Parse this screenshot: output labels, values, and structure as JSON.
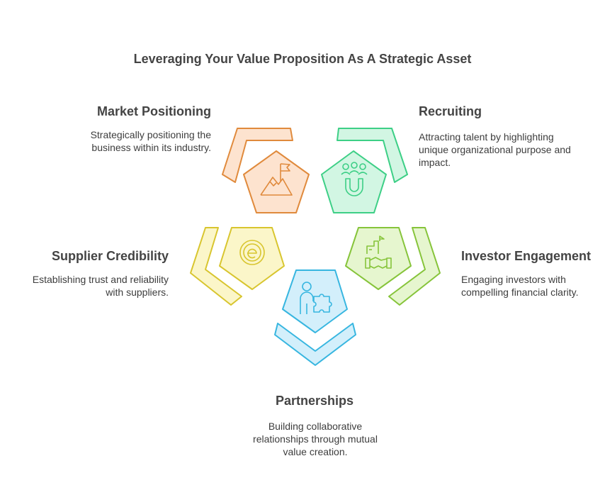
{
  "title": "Leveraging Your Value Proposition As A Strategic Asset",
  "segments": [
    {
      "key": "market",
      "heading": "Market Positioning",
      "description": "Strategically positioning the business within its industry.",
      "icon": "mountain-flag-icon",
      "color": "#e08a3c",
      "fill": "#fde3cf"
    },
    {
      "key": "recruiting",
      "heading": "Recruiting",
      "description": "Attracting talent by highlighting unique organizational purpose and impact.",
      "icon": "team-magnet-icon",
      "color": "#3dcf86",
      "fill": "#d2f6e3"
    },
    {
      "key": "investor",
      "heading": "Investor Engagement",
      "description": "Engaging investors with compelling financial clarity.",
      "icon": "handshake-building-icon",
      "color": "#86c43a",
      "fill": "#e6f6cf"
    },
    {
      "key": "partnerships",
      "heading": "Partnerships",
      "description": "Building collaborative relationships through mutual value creation.",
      "icon": "person-puzzle-icon",
      "color": "#37b6e0",
      "fill": "#d3effb"
    },
    {
      "key": "supplier",
      "heading": "Supplier Credibility",
      "description": "Establishing trust and reliability with suppliers.",
      "icon": "e-badge-icon",
      "color": "#d8c52e",
      "fill": "#fbf6c9"
    }
  ]
}
